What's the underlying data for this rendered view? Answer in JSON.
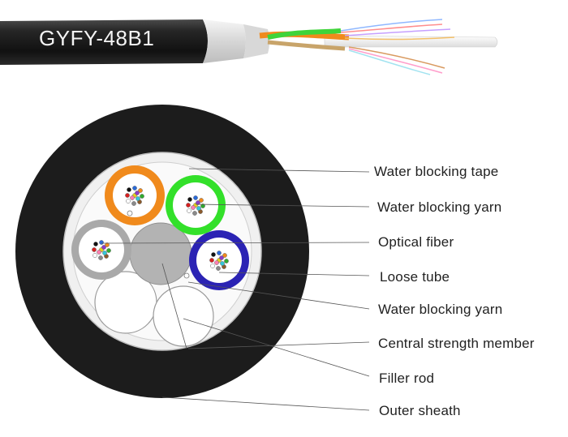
{
  "cable": {
    "model_label": "GYFY-48B1"
  },
  "labels": [
    {
      "id": "water-blocking-tape",
      "text": "Water blocking tape"
    },
    {
      "id": "water-blocking-yarn-outer",
      "text": "Water blocking yarn"
    },
    {
      "id": "optical-fiber",
      "text": "Optical fiber"
    },
    {
      "id": "loose-tube",
      "text": "Loose tube"
    },
    {
      "id": "water-blocking-yarn-inner",
      "text": "Water blocking yarn"
    },
    {
      "id": "central-strength-member",
      "text": "Central strength member"
    },
    {
      "id": "filler-rod",
      "text": "Filler rod"
    },
    {
      "id": "outer-sheath",
      "text": "Outer sheath"
    }
  ],
  "colors": {
    "sheath": "#1c1c1c",
    "tube_orange": "#f08a1c",
    "tube_green": "#33e02a",
    "tube_grey": "#a9a9a9",
    "tube_blue": "#2b23b4",
    "strength_member": "#b3b3b3",
    "tape": "#eeeeee"
  }
}
